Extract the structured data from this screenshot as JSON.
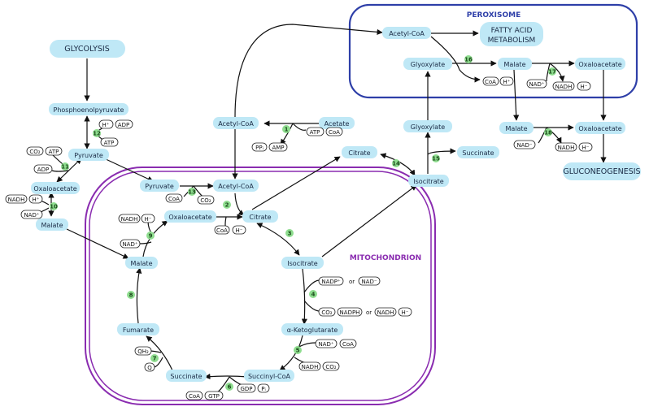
{
  "regions": {
    "peroxisome": {
      "label": "PEROXISOME",
      "color": "#2e3fa8"
    },
    "mitochondrion": {
      "label": "MITOCHONDRION",
      "color": "#8a2cb0"
    }
  },
  "metabolites": {
    "glycolysis": "GLYCOLYSIS",
    "phosphoenolpyruvate": "Phosphoenolpyruvate",
    "pyruvate_cyto": "Pyruvate",
    "oxaloacetate_cyto": "Oxaloacetate",
    "malate_cyto": "Malate",
    "acetyl_coa_cyto": "Acetyl-CoA",
    "acetate": "Acetate",
    "acetyl_coa_perox": "Acetyl-CoA",
    "fatty_acid": "FATTY ACID",
    "metabolism": "METABOLISM",
    "glyoxylate_perox": "Glyoxylate",
    "malate_perox": "Malate",
    "oxaloacetate_perox": "Oxaloacetate",
    "glyoxylate_cyto": "Glyoxylate",
    "malate_cyto2": "Malate",
    "oxaloacetate_cyto2": "Oxaloacetate",
    "citrate_cyto": "Citrate",
    "succinate_cyto": "Succinate",
    "isocitrate_cyto": "Isocitrate",
    "gluconeogenesis": "GLUCONEOGENESIS",
    "pyruvate_mito": "Pyruvate",
    "acetyl_coa_mito": "Acetyl-CoA",
    "oxaloacetate_mito": "Oxaloacetate",
    "citrate_mito": "Citrate",
    "isocitrate_mito": "Isocitrate",
    "malate_mito": "Malate",
    "fumarate": "Fumarate",
    "alpha_kg": "α-Ketoglutarate",
    "succinyl_coa": "Succinyl-CoA",
    "succinate_mito": "Succinate"
  },
  "cofactors": {
    "h_plus": "H⁺",
    "h_minus": "H⁻",
    "adp": "ADP",
    "atp": "ATP",
    "co2": "CO₂",
    "nadh": "NADH",
    "nad_plus": "NAD⁺",
    "nad_minus": "NAD⁻",
    "nadp_plus": "NADP⁺",
    "nadph": "NADPH",
    "coa": "CoA",
    "ppi": "PPᵢ",
    "amp": "AMP",
    "gdp": "GDP",
    "gtp": "GTP",
    "pi": "Pᵢ",
    "qh2": "QH₂",
    "q": "Q",
    "or": "or"
  },
  "steps": [
    "1",
    "2",
    "3",
    "4",
    "5",
    "6",
    "7",
    "8",
    "9",
    "10",
    "11",
    "12",
    "13",
    "14",
    "15",
    "16",
    "17",
    "18"
  ]
}
